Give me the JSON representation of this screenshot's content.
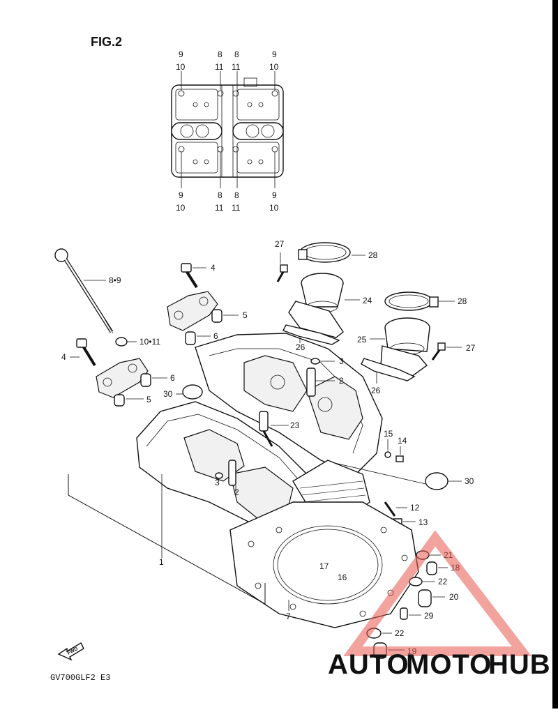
{
  "figure_title": "FIG.2",
  "model_code": "GV700GLF2 E3",
  "watermark": {
    "auto": "AUTO",
    "moto": "MOTO",
    "hub": "HUB",
    "auto_color": "#f0b04a",
    "moto_color": "#e8574f",
    "hub_color": "#7a7a7a"
  },
  "top_view": {
    "top_labels": [
      {
        "a": "9",
        "b": "10"
      },
      {
        "a": "8",
        "b": "11"
      },
      {
        "a": "8",
        "b": "11"
      },
      {
        "a": "9",
        "b": "10"
      }
    ],
    "bottom_labels": [
      {
        "a": "9",
        "b": "10"
      },
      {
        "a": "8",
        "b": "11"
      },
      {
        "a": "8",
        "b": "11"
      },
      {
        "a": "9",
        "b": "10"
      }
    ]
  },
  "callouts": {
    "c1": "1",
    "c2a": "2",
    "c2b": "2",
    "c3a": "3",
    "c3b": "3",
    "c4a": "4",
    "c4b": "4",
    "c5a": "5",
    "c5b": "5",
    "c6a": "6",
    "c6b": "6",
    "c7": "7",
    "c89": "8•9",
    "c1011": "10•11",
    "c12": "12",
    "c13": "13",
    "c14": "14",
    "c15": "15",
    "c16": "16",
    "c17": "17",
    "c18": "18",
    "c19": "19",
    "c20": "20",
    "c21": "21",
    "c22a": "22",
    "c22b": "22",
    "c23": "23",
    "c24": "24",
    "c25": "25",
    "c26a": "26",
    "c26b": "26",
    "c27a": "27",
    "c27b": "27",
    "c28a": "28",
    "c28b": "28",
    "c29": "29",
    "c30a": "30",
    "c30b": "30"
  }
}
